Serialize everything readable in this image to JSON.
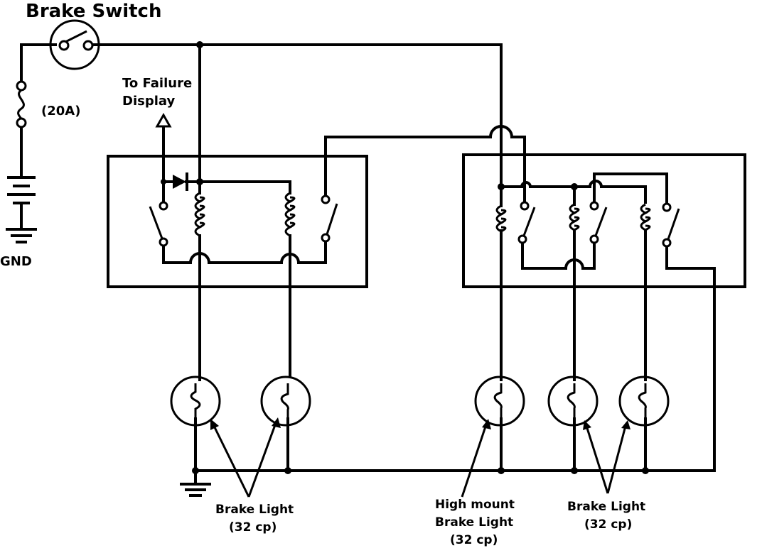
{
  "labels": {
    "brake_switch": "Brake Switch",
    "fuse_rating": "(20A)",
    "gnd": "GND",
    "to_failure_line1": "To Failure",
    "to_failure_line2": "Display",
    "brake_light_left_1": "Brake Light",
    "brake_light_left_2": "(32 cp)",
    "high_mount_1": "High mount",
    "high_mount_2": "Brake Light",
    "high_mount_3": "(32 cp)",
    "brake_light_right_1": "Brake Light",
    "brake_light_right_2": "(32 cp)"
  },
  "icons": {
    "switch": "brake-switch-icon",
    "fuse": "fuse-icon",
    "ground": "ground-icon",
    "diode": "diode-icon",
    "coil": "relay-coil-icon",
    "lamp": "lamp-icon",
    "arrow": "arrow-icon"
  },
  "colors": {
    "line": "#000000",
    "background": "#ffffff"
  }
}
